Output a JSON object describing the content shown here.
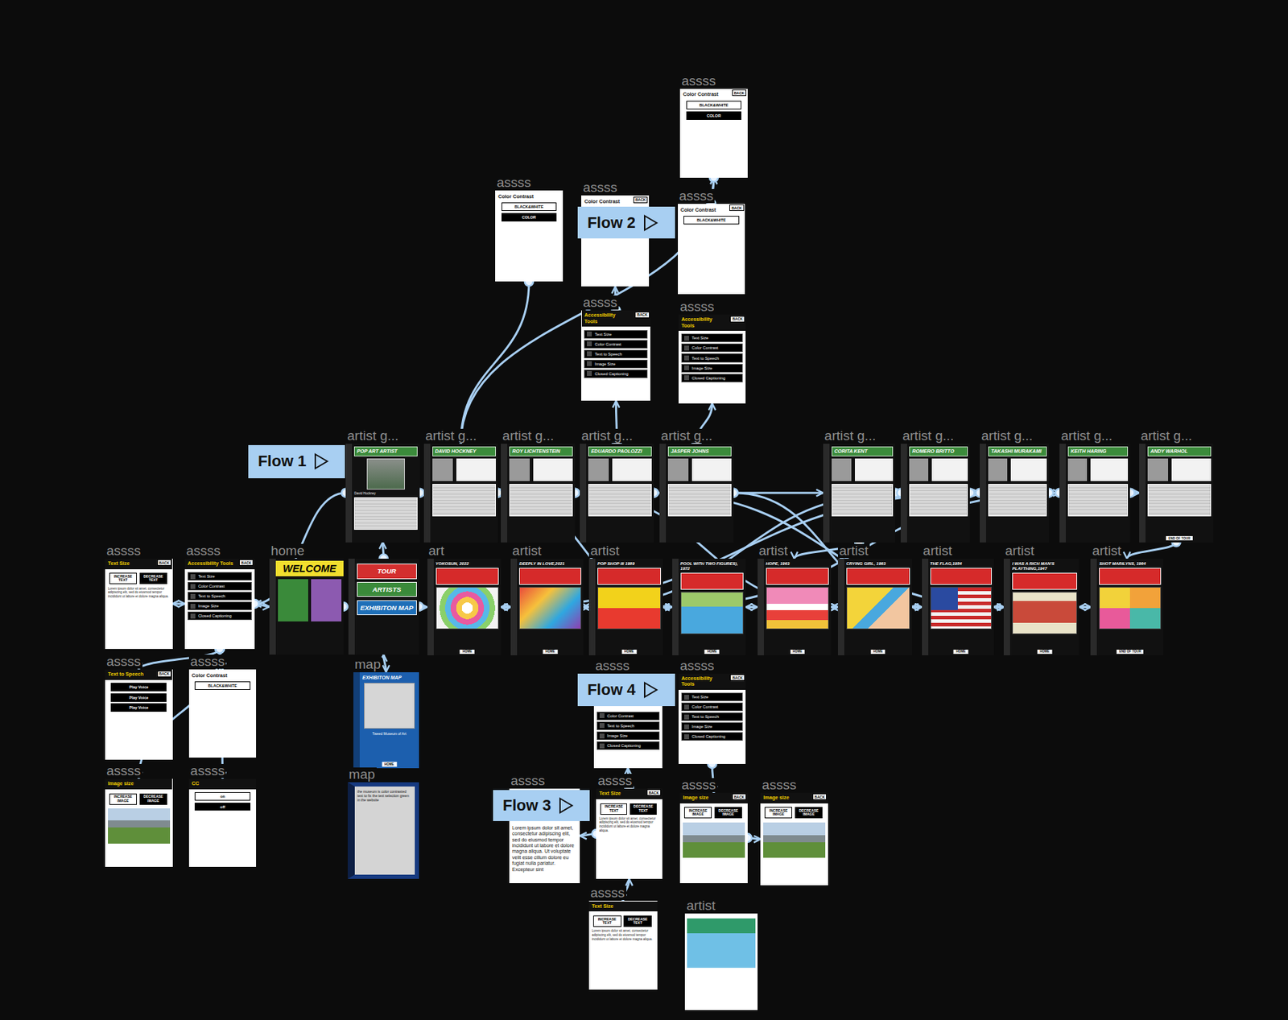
{
  "diagram": {
    "nodes": [
      {
        "text": [
          "Flow 2"
        ]
      },
      {
        "text": [
          "assss",
          "Color Contrast",
          "BACK",
          "BLACK&WHITE",
          "COLOR"
        ]
      },
      {
        "text": [
          "assss",
          "Color Contrast",
          "BLACK&WHITE",
          "COLOR"
        ]
      },
      {
        "text": [
          "assss",
          "Color Contrast",
          "BACK"
        ]
      },
      {
        "text": [
          "assss",
          "Color Contrast",
          "BACK",
          "BLACK&WHITE"
        ]
      },
      {
        "text": [
          "assss",
          "Accessibility Tools",
          "BACK",
          "Text Size",
          "Color Contrast",
          "Text to Speech",
          "Image Size",
          "Closed Captioning"
        ]
      },
      {
        "text": [
          "assss",
          "Accessibility Tools",
          "BACK",
          "Text Size",
          "Color Contrast",
          "Text to Speech",
          "Image Size",
          "Closed Captioning"
        ]
      },
      {
        "text": [
          "Flow 1"
        ]
      },
      {
        "text": [
          "artist g...",
          "POP ART ARTIST",
          "David Hockney"
        ]
      },
      {
        "text": [
          "artist g...",
          "DAVID HOCKNEY"
        ]
      },
      {
        "text": [
          "artist g...",
          "ROY LICHTENSTEIN"
        ]
      },
      {
        "text": [
          "artist g...",
          "EDUARDO PAOLOZZI"
        ]
      },
      {
        "text": [
          "artist g...",
          "JASPER JOHNS"
        ]
      },
      {
        "text": [
          "artist g...",
          "CORITA KENT"
        ]
      },
      {
        "text": [
          "artist g...",
          "ROMERO BRITTO"
        ]
      },
      {
        "text": [
          "artist g...",
          "TAKASHI MURAKAMI"
        ]
      },
      {
        "text": [
          "artist g...",
          "KEITH HARING"
        ]
      },
      {
        "text": [
          "artist g...",
          "ANDY WARHOL",
          "END OF TOUR"
        ]
      },
      {
        "text": [
          "assss",
          "Text Size",
          "BACK",
          "INCREASE TEXT",
          "DECREASE TEXT",
          "Lorem ipsum dolor sit amet, consectetur adipiscing elit, sed do eiusmod tempor incididunt ut labore et dolore magna aliqua."
        ]
      },
      {
        "text": [
          "assss",
          "Accessibility Tools",
          "BACK",
          "Text Size",
          "Color Contrast",
          "Text to Speech",
          "Image Size",
          "Closed Captioning"
        ]
      },
      {
        "text": [
          "home",
          "WELCOME"
        ]
      },
      {
        "text": [
          "TOUR",
          "ARTISTS",
          "EXHIBITON MAP"
        ]
      },
      {
        "text": [
          "art",
          "YOKOSUN, 2022",
          "HOME"
        ]
      },
      {
        "text": [
          "artist",
          "DEEPLY IN LOVE,2021",
          "HOME"
        ]
      },
      {
        "text": [
          "artist",
          "POP SHOP III 1989",
          "HOME"
        ]
      },
      {
        "text": [
          "POOL WITH TWO FIGURES), 1972",
          "HOME"
        ]
      },
      {
        "text": [
          "artist",
          "HOPE, 1963",
          "HOME"
        ]
      },
      {
        "text": [
          "artist",
          "CRYING GIRL, 1963",
          "HOME"
        ]
      },
      {
        "text": [
          "artist",
          "THE FLAG,1954",
          "HOME"
        ]
      },
      {
        "text": [
          "artist",
          "I WAS A RICH MAN'S PLAYTHING,1947",
          "HOME"
        ]
      },
      {
        "text": [
          "artist",
          "SHOT MARILYNS, 1964",
          "END OF TOUR"
        ]
      },
      {
        "text": [
          "assss",
          "Text to Speech",
          "BACK",
          "Play Voice",
          "Play Voice",
          "Play Voice"
        ]
      },
      {
        "text": [
          "assss",
          "Color Contrast",
          "BLACK&WHITE"
        ]
      },
      {
        "text": [
          "assss",
          "Image size",
          "INCREASE IMAGE",
          "DECREASE IMAGE"
        ]
      },
      {
        "text": [
          "assss",
          "CC",
          "on",
          "off"
        ]
      },
      {
        "text": [
          "map",
          "EXHIBITON MAP",
          "Tweed Museum of Art",
          "HOME"
        ]
      },
      {
        "text": [
          "map",
          "the museum is color contrasted text to fix the text selection green in the website"
        ]
      },
      {
        "text": [
          "Flow 4"
        ]
      },
      {
        "text": [
          "assss",
          "Color Contrast",
          "Text to Speech",
          "Image Size",
          "Closed Captioning"
        ]
      },
      {
        "text": [
          "assss",
          "Accessibility Tools",
          "BACK",
          "Text Size",
          "Color Contrast",
          "Text to Speech",
          "Image Size",
          "Closed Captioning"
        ]
      },
      {
        "text": [
          "Flow 3"
        ]
      },
      {
        "text": [
          "assss",
          "Lorem ipsum dolor sit amet, consectetur adipiscing elit, sed do eiusmod tempor incididunt ut labore et dolore magna aliqua. Ut voluptate velit esse cillum dolore eu fugiat nulla pariatur. Excepteur sint"
        ]
      },
      {
        "text": [
          "assss",
          "Text Size",
          "BACK",
          "INCREASE TEXT",
          "DECREASE TEXT",
          "Lorem ipsum dolor sit amet, consectetur adipiscing elit, sed do eiusmod tempor incididunt ut labore et dolore magna aliqua."
        ]
      },
      {
        "text": [
          "assss",
          "Image size",
          "BACK",
          "INCREASE IMAGE",
          "DECREASE IMAGE"
        ]
      },
      {
        "text": [
          "assss",
          "Image size",
          "BACK",
          "INCREASE IMAGE",
          "DECREASE IMAGE"
        ]
      },
      {
        "text": [
          "assss",
          "Text Size",
          "INCREASE TEXT",
          "DECREASE TEXT",
          "Lorem ipsum dolor sit amet, consectetur adipiscing elit, sed do eiusmod tempor incididunt ut labore et dolore magna aliqua."
        ]
      },
      {
        "text": [
          "artist"
        ]
      }
    ],
    "edges": [
      {
        "from": 1,
        "to": 9,
        "arrow": "to"
      },
      {
        "from": 2,
        "to": 9,
        "arrow": "to"
      },
      {
        "from": 4,
        "to": 1,
        "arrow": "to"
      },
      {
        "from": 5,
        "to": 3,
        "arrow": "to"
      },
      {
        "from": 11,
        "to": 5,
        "arrow": "to"
      },
      {
        "from": 12,
        "to": 6,
        "arrow": "to"
      },
      {
        "from": 8,
        "to": 9,
        "arrow": "to"
      },
      {
        "from": 9,
        "to": 10,
        "arrow": "to"
      },
      {
        "from": 10,
        "to": 11,
        "arrow": "to"
      },
      {
        "from": 11,
        "to": 12,
        "arrow": "to"
      },
      {
        "from": 12,
        "to": 13,
        "arrow": "to"
      },
      {
        "from": 13,
        "to": 14,
        "arrow": "to"
      },
      {
        "from": 14,
        "to": 15,
        "arrow": "to"
      },
      {
        "from": 15,
        "to": 16,
        "arrow": "to"
      },
      {
        "from": 16,
        "to": 17,
        "arrow": "to"
      },
      {
        "from": 8,
        "to": 19,
        "arrow": "to"
      },
      {
        "from": 19,
        "to": 18,
        "arrow": "both"
      },
      {
        "from": 19,
        "to": 31,
        "arrow": "to"
      },
      {
        "from": 19,
        "to": 32,
        "arrow": "to"
      },
      {
        "from": 19,
        "to": 33,
        "arrow": "to"
      },
      {
        "from": 19,
        "to": 34,
        "arrow": "to"
      },
      {
        "from": 19,
        "to": 20,
        "arrow": "to"
      },
      {
        "from": 20,
        "to": 21,
        "arrow": "to"
      },
      {
        "from": 21,
        "to": 35,
        "arrow": "both"
      },
      {
        "from": 21,
        "to": 22,
        "arrow": "to"
      },
      {
        "from": 21,
        "to": 8,
        "arrow": "to"
      },
      {
        "from": 22,
        "to": 23,
        "arrow": "both"
      },
      {
        "from": 23,
        "to": 24,
        "arrow": "both"
      },
      {
        "from": 24,
        "to": 25,
        "arrow": "both"
      },
      {
        "from": 25,
        "to": 26,
        "arrow": "both"
      },
      {
        "from": 26,
        "to": 27,
        "arrow": "both"
      },
      {
        "from": 27,
        "to": 28,
        "arrow": "both"
      },
      {
        "from": 28,
        "to": 29,
        "arrow": "both"
      },
      {
        "from": 29,
        "to": 30,
        "arrow": "both"
      },
      {
        "from": 9,
        "to": 25,
        "arrow": "to"
      },
      {
        "from": 10,
        "to": 27,
        "arrow": "to"
      },
      {
        "from": 11,
        "to": 29,
        "arrow": "to"
      },
      {
        "from": 12,
        "to": 28,
        "arrow": "to"
      },
      {
        "from": 13,
        "to": 26,
        "arrow": "to"
      },
      {
        "from": 14,
        "to": 23,
        "arrow": "to"
      },
      {
        "from": 15,
        "to": 22,
        "arrow": "to"
      },
      {
        "from": 16,
        "to": 24,
        "arrow": "to"
      },
      {
        "from": 17,
        "to": 30,
        "arrow": "to"
      },
      {
        "from": 39,
        "to": 43,
        "arrow": "to"
      },
      {
        "from": 43,
        "to": 44,
        "arrow": "to"
      },
      {
        "from": 42,
        "to": 38,
        "arrow": "to"
      },
      {
        "from": 42,
        "to": 41,
        "arrow": "to"
      },
      {
        "from": 42,
        "to": 45,
        "arrow": "both"
      }
    ]
  }
}
